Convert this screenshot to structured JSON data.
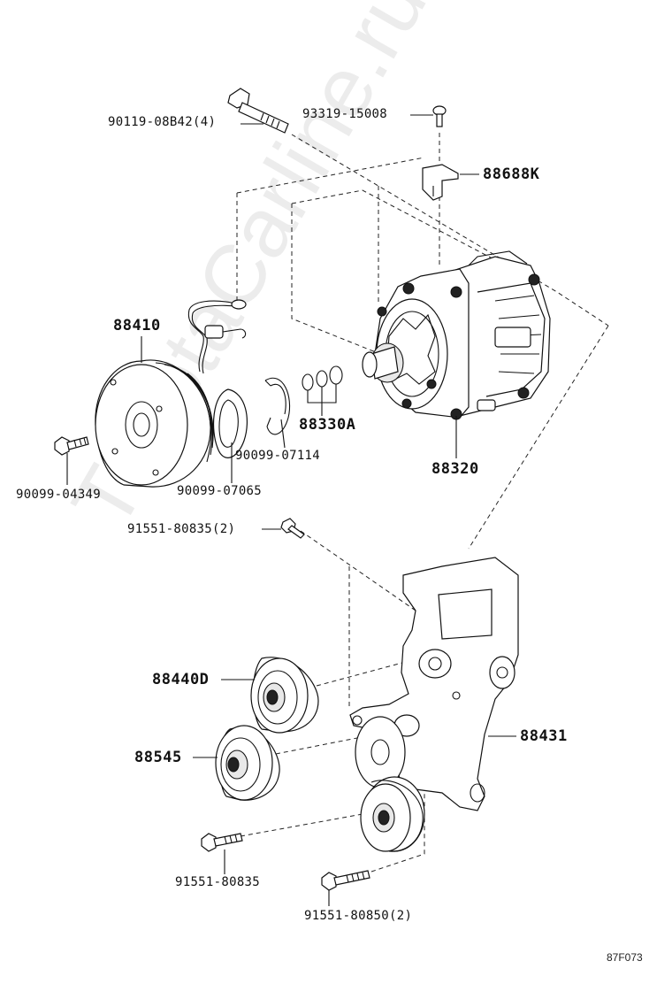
{
  "watermark": "ToyotaCarline.ru",
  "diagram_code": "87F073",
  "labels": {
    "bolt_compressor": "90119-08B42(4)",
    "screw_bracket": "93319-15008",
    "bracket": "88688K",
    "clutch_pulley": "88410",
    "shim_set": "88330A",
    "snap_ring": "90099-07114",
    "compressor": "88320",
    "clutch_bolt": "90099-04349",
    "clutch_ring": "90099-07065",
    "bolt_bracket": "91551-80835(2)",
    "idler_pulley": "88440D",
    "tension_pulley": "88545",
    "compressor_bracket": "88431",
    "bolt_lower": "91551-80835",
    "bolt_lower_long": "91551-80850(2)"
  }
}
